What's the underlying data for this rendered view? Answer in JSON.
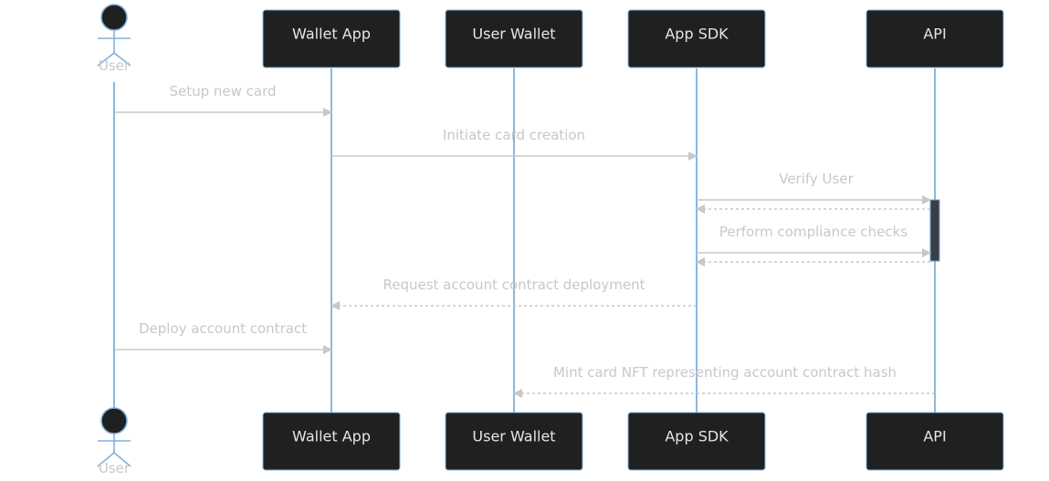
{
  "participants": [
    {
      "id": "user",
      "label": "User",
      "kind": "actor"
    },
    {
      "id": "wallet_app",
      "label": "Wallet App",
      "kind": "box"
    },
    {
      "id": "user_wallet",
      "label": "User Wallet",
      "kind": "box"
    },
    {
      "id": "app_sdk",
      "label": "App SDK",
      "kind": "box"
    },
    {
      "id": "api",
      "label": "API",
      "kind": "box"
    }
  ],
  "messages": [
    {
      "from": "user",
      "to": "wallet_app",
      "text": "Setup new card",
      "style": "solid"
    },
    {
      "from": "wallet_app",
      "to": "app_sdk",
      "text": "Initiate card creation",
      "style": "solid"
    },
    {
      "from": "app_sdk",
      "to": "api",
      "text": "Verify User",
      "style": "solid"
    },
    {
      "from": "api",
      "to": "app_sdk",
      "text": "",
      "style": "dashed"
    },
    {
      "from": "app_sdk",
      "to": "api",
      "text": "Perform compliance checks",
      "style": "solid"
    },
    {
      "from": "api",
      "to": "app_sdk",
      "text": "",
      "style": "dashed"
    },
    {
      "from": "app_sdk",
      "to": "wallet_app",
      "text": "Request account contract deployment",
      "style": "dashed"
    },
    {
      "from": "user",
      "to": "wallet_app",
      "text": "Deploy account contract",
      "style": "solid"
    },
    {
      "from": "api",
      "to": "user_wallet",
      "text": "Mint card NFT representing account contract hash",
      "style": "dashed"
    }
  ],
  "colors": {
    "box_fill": "#1f2020",
    "lifeline": "#6aa6d6",
    "message": "#c8c8c8"
  }
}
